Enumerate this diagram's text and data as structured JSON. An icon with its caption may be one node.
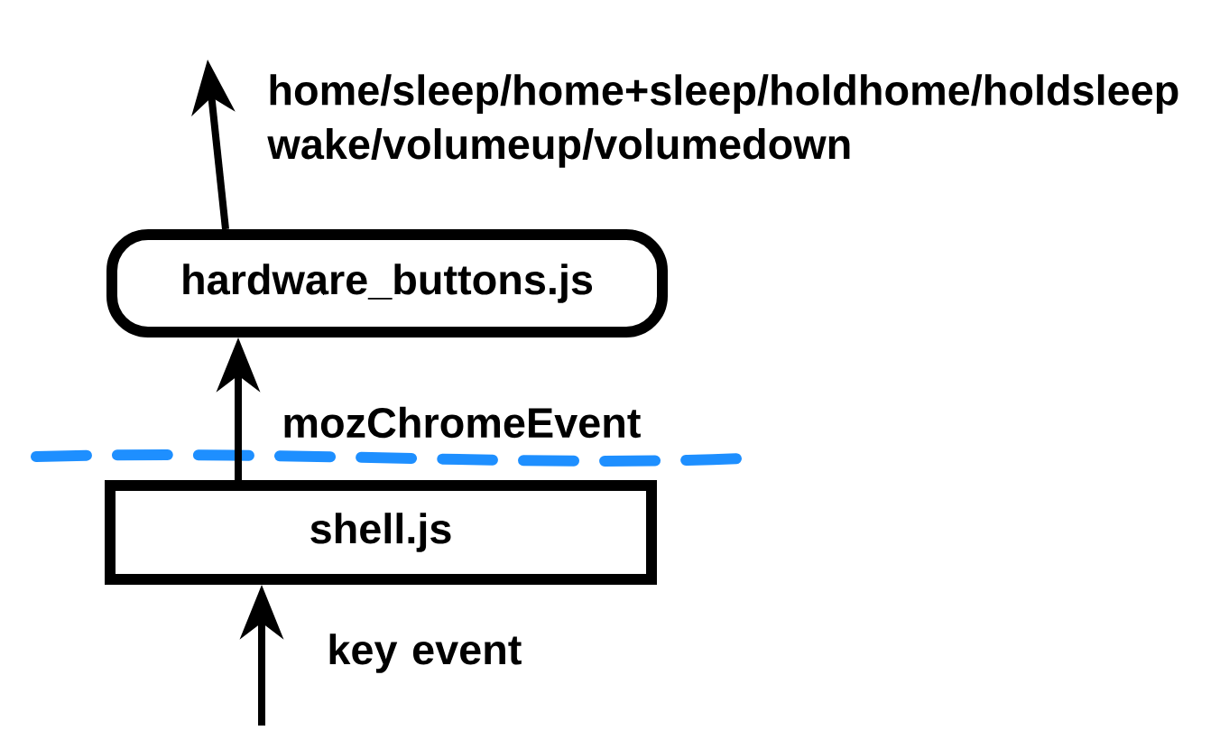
{
  "diagram": {
    "nodes": [
      {
        "text": [
          "hardware_buttons.js"
        ]
      },
      {
        "text": [
          "shell.js"
        ]
      }
    ],
    "edges": [
      {
        "from": 0,
        "to": null,
        "arrow": "to",
        "label": "home/sleep/home+sleep/holdhome/holdsleep wake/volumeup/volumedown"
      },
      {
        "from": 1,
        "to": 0,
        "arrow": "to",
        "label": "mozChromeEvent"
      },
      {
        "from": null,
        "to": 1,
        "arrow": "to",
        "label": "key event"
      }
    ]
  }
}
